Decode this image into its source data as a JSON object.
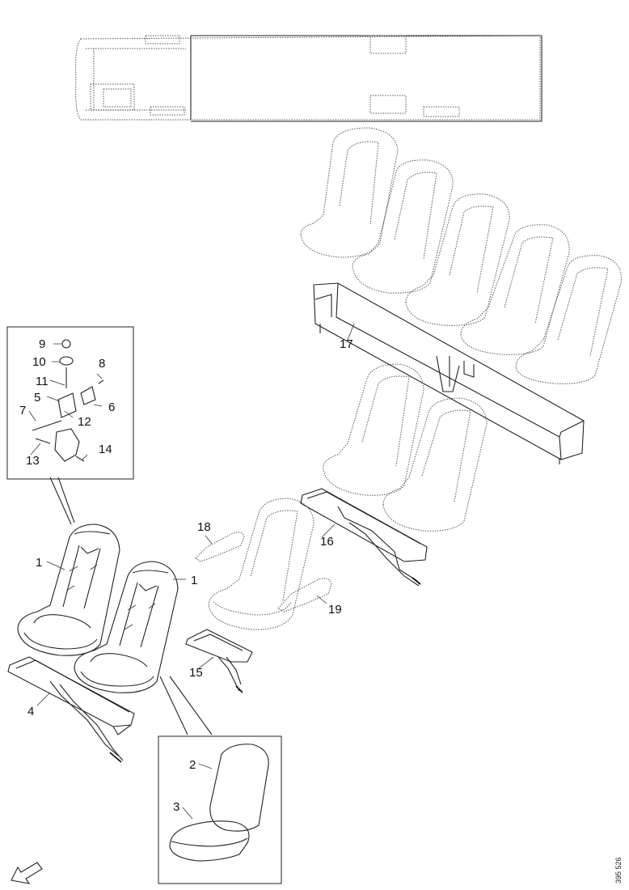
{
  "diagram": {
    "callouts": [
      {
        "id": "c1a",
        "text": "1"
      },
      {
        "id": "c1b",
        "text": "1"
      },
      {
        "id": "c2",
        "text": "2"
      },
      {
        "id": "c3",
        "text": "3"
      },
      {
        "id": "c4",
        "text": "4"
      },
      {
        "id": "c5",
        "text": "5"
      },
      {
        "id": "c6",
        "text": "6"
      },
      {
        "id": "c7",
        "text": "7"
      },
      {
        "id": "c8",
        "text": "8"
      },
      {
        "id": "c9",
        "text": "9"
      },
      {
        "id": "c10",
        "text": "10"
      },
      {
        "id": "c11",
        "text": "11"
      },
      {
        "id": "c12",
        "text": "12"
      },
      {
        "id": "c13",
        "text": "13"
      },
      {
        "id": "c14",
        "text": "14"
      },
      {
        "id": "c15",
        "text": "15"
      },
      {
        "id": "c16",
        "text": "16"
      },
      {
        "id": "c17",
        "text": "17"
      },
      {
        "id": "c18",
        "text": "18"
      },
      {
        "id": "c19",
        "text": "19"
      }
    ],
    "reference_code": "395 526"
  }
}
